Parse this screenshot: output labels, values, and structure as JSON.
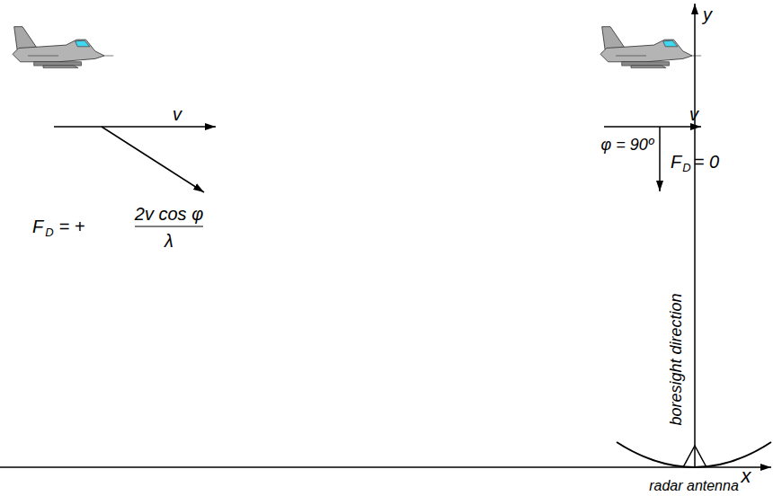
{
  "diagram": {
    "labels": [
      "v",
      "F",
      "D",
      "= +",
      "2v cos φ",
      "λ",
      "y",
      "v",
      "φ = 90º",
      "F",
      "D",
      "= 0",
      "boresight direction",
      "x",
      "radar antenna"
    ]
  }
}
